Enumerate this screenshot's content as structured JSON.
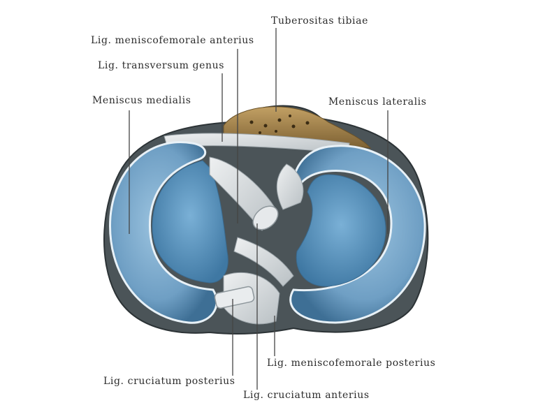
{
  "labels": {
    "tuberositas_tibiae": "Tuberositas tibiae",
    "lig_meniscofemorale_anterius": "Lig. meniscofemorale anterius",
    "lig_transversum_genus": "Lig. transversum genus",
    "meniscus_medialis": "Meniscus medialis",
    "meniscus_lateralis": "Meniscus lateralis",
    "lig_meniscofemorale_posterius": "Lig. meniscofemorale posterius",
    "lig_cruciatum_posterius": "Lig. cruciatum posterius",
    "lig_cruciatum_anterius": "Lig. cruciatum anterius"
  },
  "colors": {
    "background": "#ffffff",
    "meniscus": "#6f9fc4",
    "cartilage": "#4a82ad",
    "bone": "#3f4a4e",
    "tuberosity": "#a8864a",
    "ligament": "#d9dde0",
    "leader_line": "#444444",
    "text": "#2b2b2b"
  }
}
